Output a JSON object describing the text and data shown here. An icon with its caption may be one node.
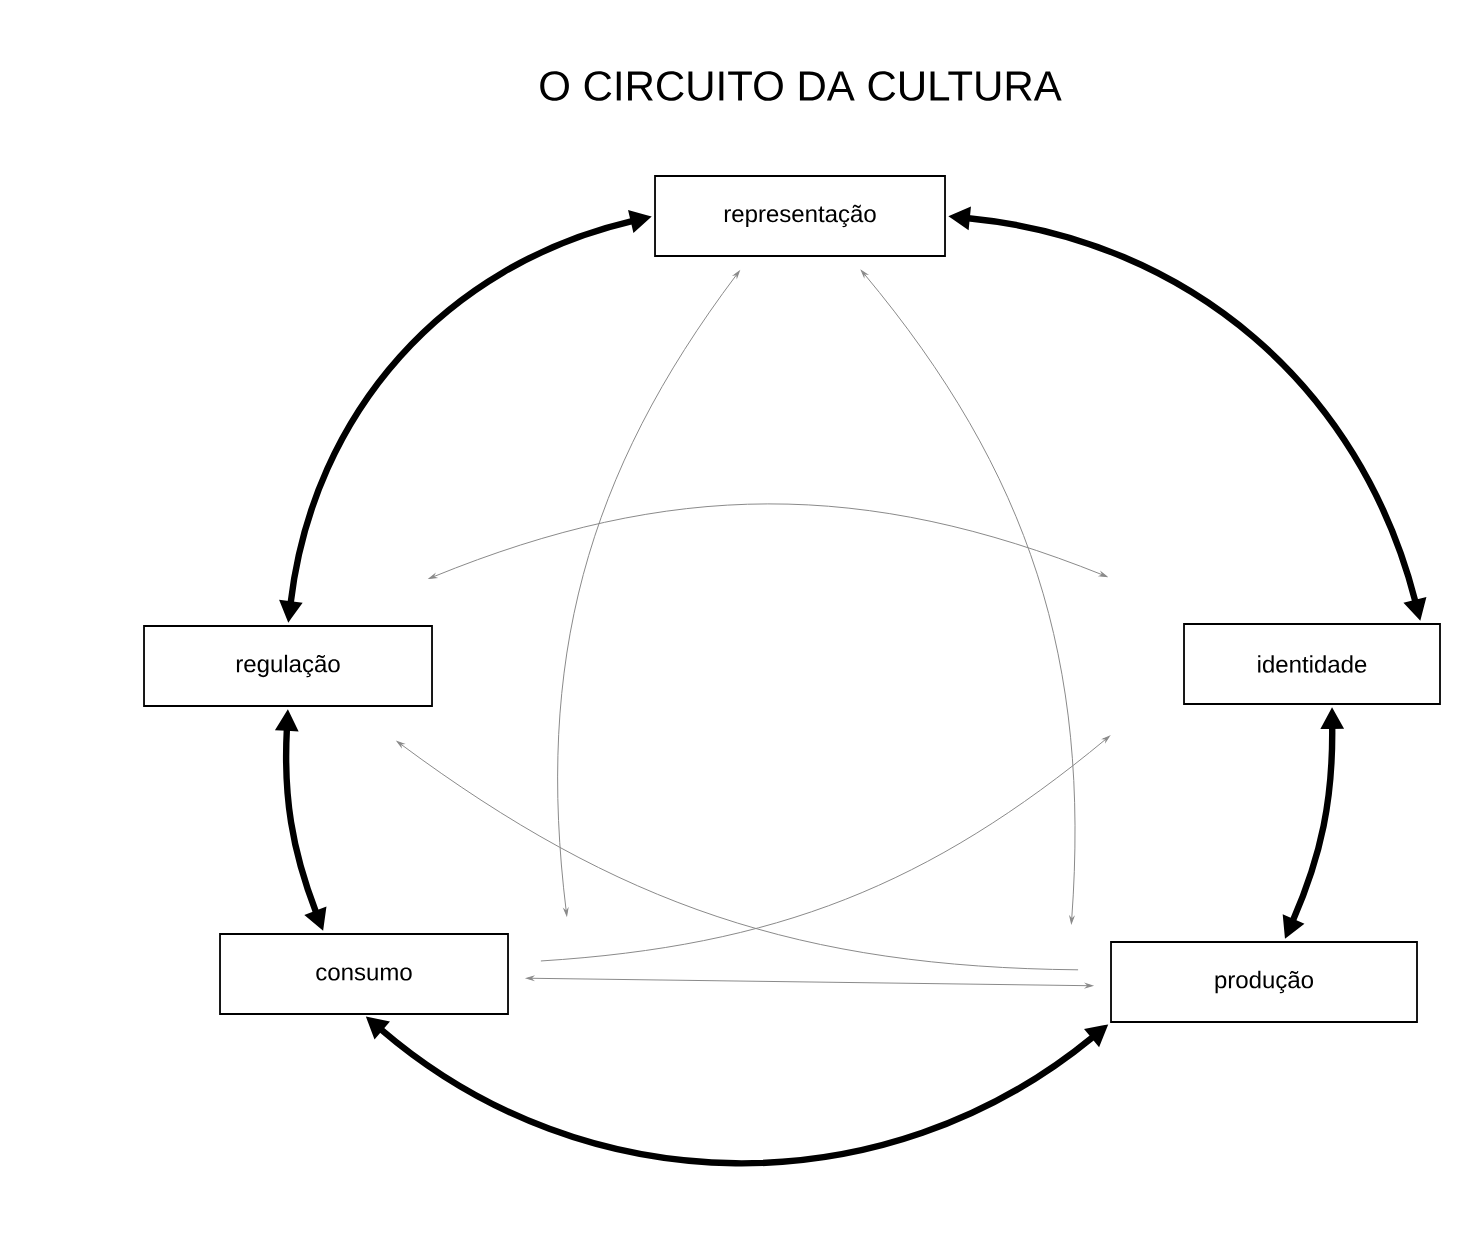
{
  "diagram": {
    "title": "O CIRCUITO DA CULTURA",
    "nodes": [
      {
        "text": [
          "representação"
        ]
      },
      {
        "text": [
          "identidade"
        ]
      },
      {
        "text": [
          "produção"
        ]
      },
      {
        "text": [
          "consumo"
        ]
      },
      {
        "text": [
          "regulação"
        ]
      }
    ],
    "edges": [
      {
        "from": 0,
        "to": 1,
        "arrow": "both",
        "style": "thick",
        "color": "#000000"
      },
      {
        "from": 1,
        "to": 2,
        "arrow": "both",
        "style": "thick",
        "color": "#000000"
      },
      {
        "from": 2,
        "to": 3,
        "arrow": "both",
        "style": "thick",
        "color": "#000000"
      },
      {
        "from": 3,
        "to": 4,
        "arrow": "both",
        "style": "thick",
        "color": "#000000"
      },
      {
        "from": 4,
        "to": 0,
        "arrow": "both",
        "style": "thick",
        "color": "#000000"
      },
      {
        "from": 0,
        "to": 3,
        "arrow": "both"
      },
      {
        "from": 0,
        "to": 2,
        "arrow": "both"
      },
      {
        "from": 4,
        "to": 1,
        "arrow": "both"
      },
      {
        "from": 2,
        "to": 4,
        "arrow": "to"
      },
      {
        "from": 3,
        "to": 1,
        "arrow": "to"
      },
      {
        "from": 3,
        "to": 2,
        "arrow": "both"
      }
    ]
  }
}
